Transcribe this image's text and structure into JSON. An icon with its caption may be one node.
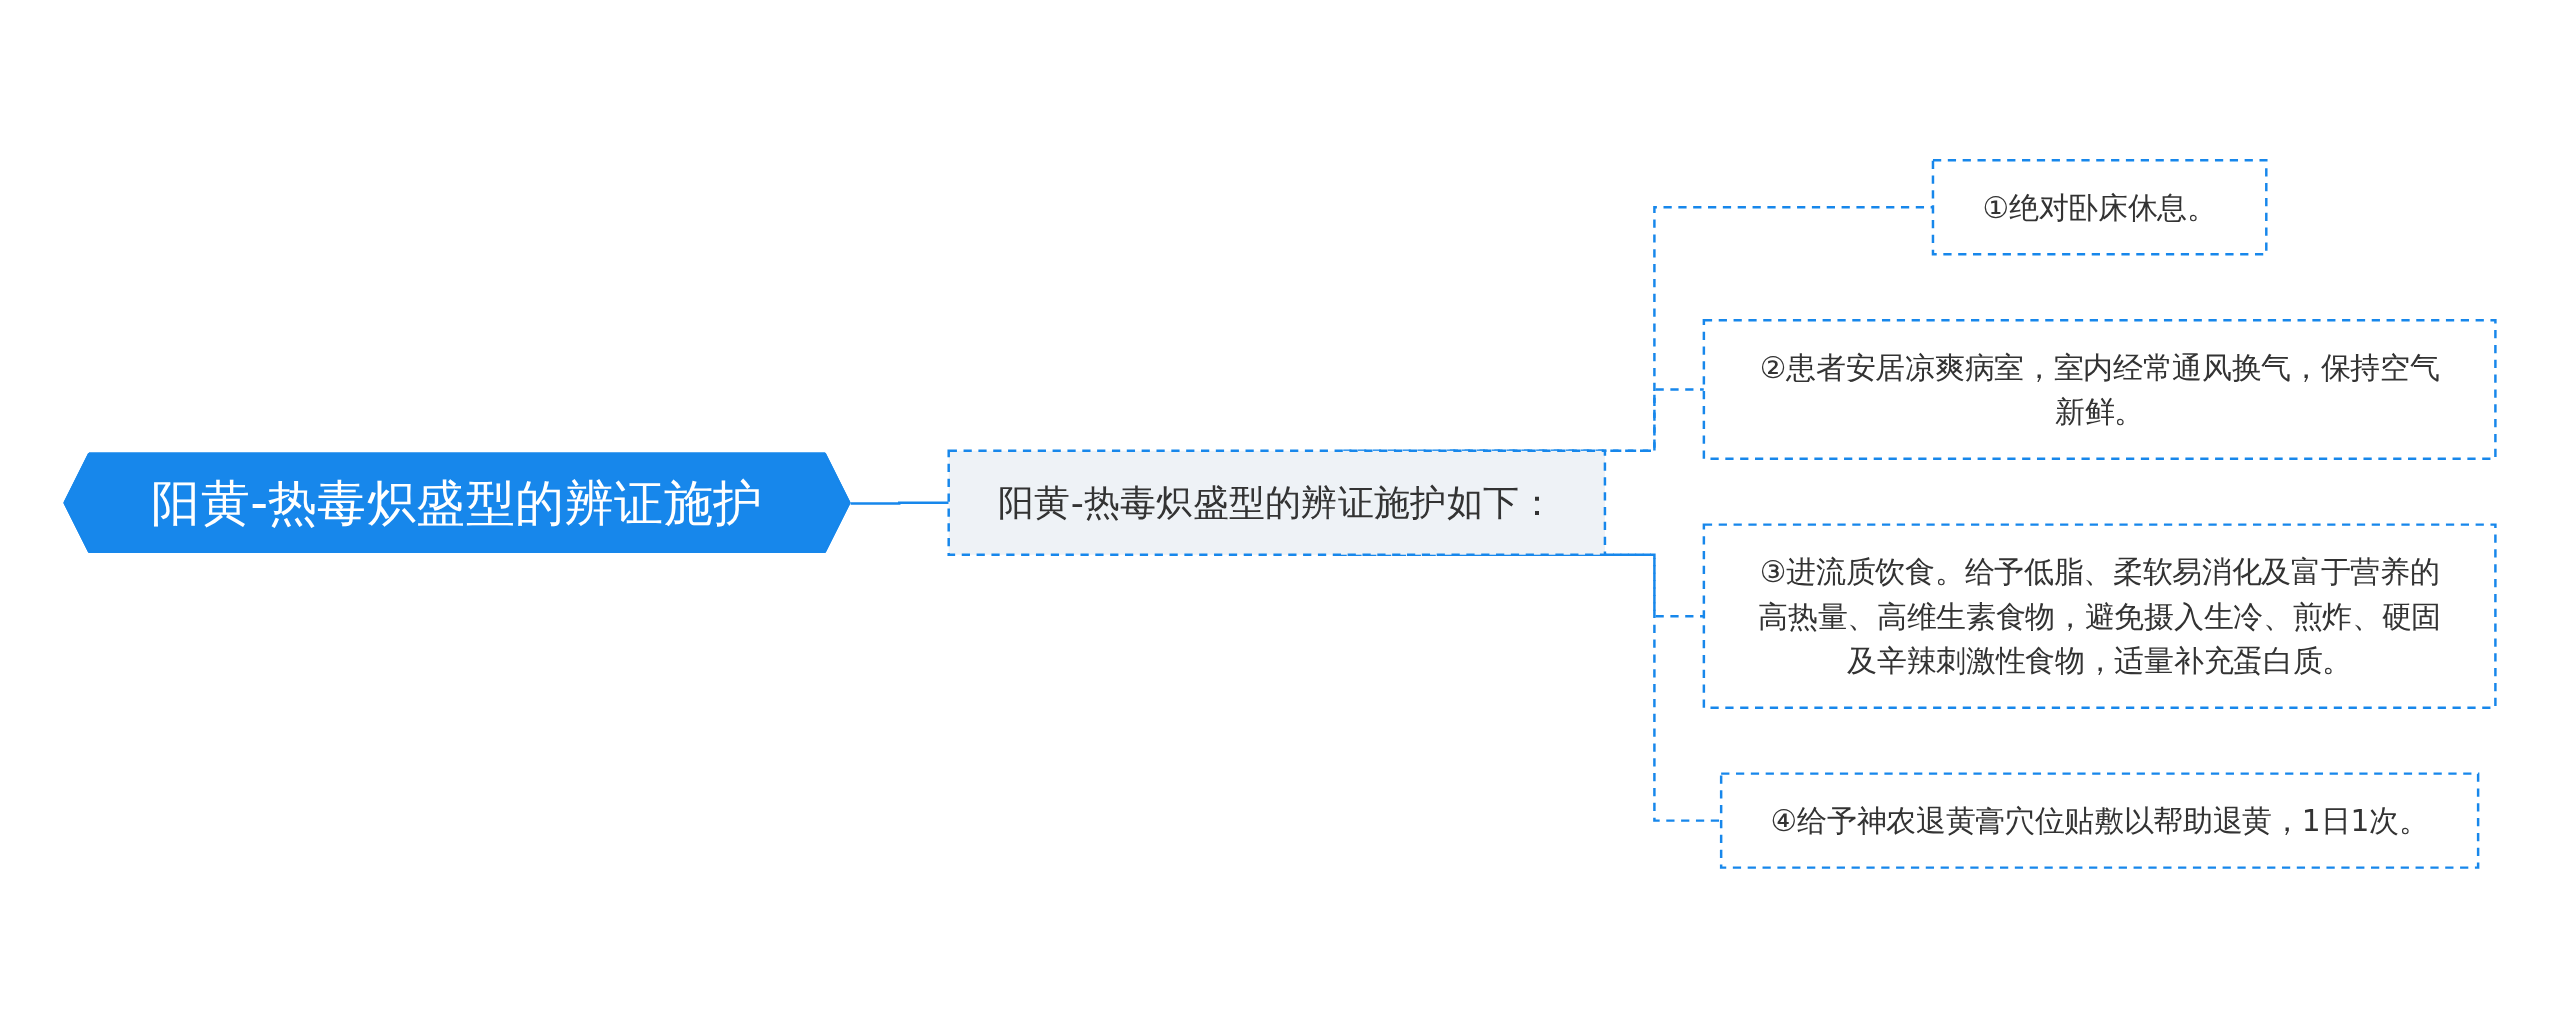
{
  "diagram": {
    "nodes": [
      {
        "text": [
          "阳黄-热毒炽盛型的辨证施护"
        ]
      },
      {
        "text": [
          "阳黄-热毒炽盛型的辨证施护如下："
        ]
      },
      {
        "text": [
          "①绝对卧床休息。"
        ]
      },
      {
        "text": [
          "②患者安居凉爽病室，室内经常通风换气，保持空气新鲜。"
        ]
      },
      {
        "text": [
          "③进流质饮食。给予低脂、柔软易消化及富于营养的高热量、高维生素食物，避免摄入生冷、煎炸、硬固及辛辣刺激性食物，适量补充蛋白质。"
        ]
      },
      {
        "text": [
          "④给予神农退黄膏穴位贴敷以帮助退黄，1日1次。"
        ]
      }
    ],
    "edges": [
      {
        "from": 0,
        "to": 1,
        "arrow": "none"
      },
      {
        "from": 1,
        "to": 2,
        "arrow": "none",
        "style": "dashed"
      },
      {
        "from": 1,
        "to": 3,
        "arrow": "none",
        "style": "dashed"
      },
      {
        "from": 1,
        "to": 4,
        "arrow": "none",
        "style": "dashed"
      },
      {
        "from": 1,
        "to": 5,
        "arrow": "none",
        "style": "dashed"
      }
    ]
  }
}
